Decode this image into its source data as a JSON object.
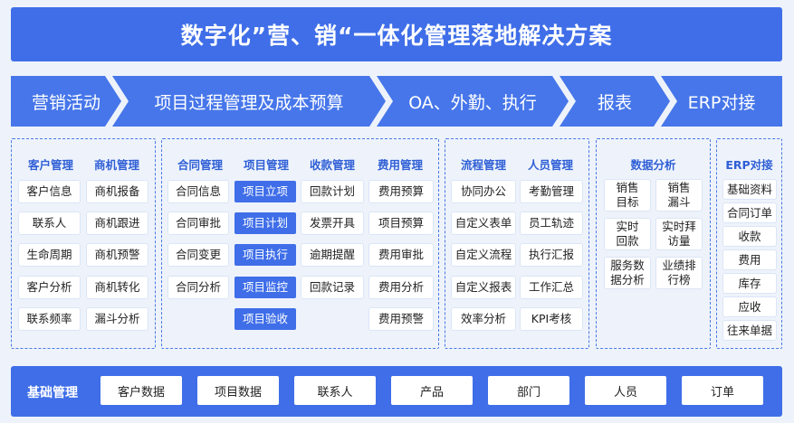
{
  "title": "数字化”营、销“一体化管理落地解决方案",
  "flow": [
    "营销活动",
    "项目过程管理及成本预算",
    "OA、外勤、执行",
    "报表",
    "ERP对接"
  ],
  "sections": {
    "marketing": {
      "headers": [
        "客户管理",
        "商机管理"
      ],
      "col1": [
        "客户信息",
        "联系人",
        "生命周期",
        "客户分析",
        "联系频率"
      ],
      "col2": [
        "商机报备",
        "商机跟进",
        "商机预警",
        "商机转化",
        "漏斗分析"
      ]
    },
    "project": {
      "headers": [
        "合同管理",
        "项目管理",
        "收款管理",
        "费用管理"
      ],
      "col1": [
        "合同信息",
        "合同审批",
        "合同变更",
        "合同分析"
      ],
      "col2": [
        "项目立项",
        "项目计划",
        "项目执行",
        "项目监控",
        "项目验收"
      ],
      "col3": [
        "回款计划",
        "发票开具",
        "逾期提醒",
        "回款记录"
      ],
      "col4": [
        "费用预算",
        "项目预算",
        "费用审批",
        "费用分析",
        "费用预警"
      ]
    },
    "oa": {
      "headers": [
        "流程管理",
        "人员管理"
      ],
      "col1": [
        "协同办公",
        "自定义表单",
        "自定义流程",
        "自定义报表",
        "效率分析"
      ],
      "col2": [
        "考勤管理",
        "员工轨迹",
        "执行汇报",
        "工作汇总",
        "KPI考核"
      ]
    },
    "report": {
      "header": "数据分析",
      "items": [
        "销售\n目标",
        "销售\n漏斗",
        "实时\n回款",
        "实时拜\n访量",
        "服务数\n据分析",
        "业绩排\n行榜"
      ]
    },
    "erp": {
      "header": "ERP对接",
      "items": [
        "基础资料",
        "合同订单",
        "收款",
        "费用",
        "库存",
        "应收",
        "往来单据"
      ]
    }
  },
  "base": {
    "label": "基础管理",
    "items": [
      "客户数据",
      "项目数据",
      "联系人",
      "产品",
      "部门",
      "人员",
      "订单"
    ]
  },
  "colors": {
    "primary": "#3f6ee8",
    "header_text": "#2f5fd6",
    "background": "#eef3fb"
  }
}
